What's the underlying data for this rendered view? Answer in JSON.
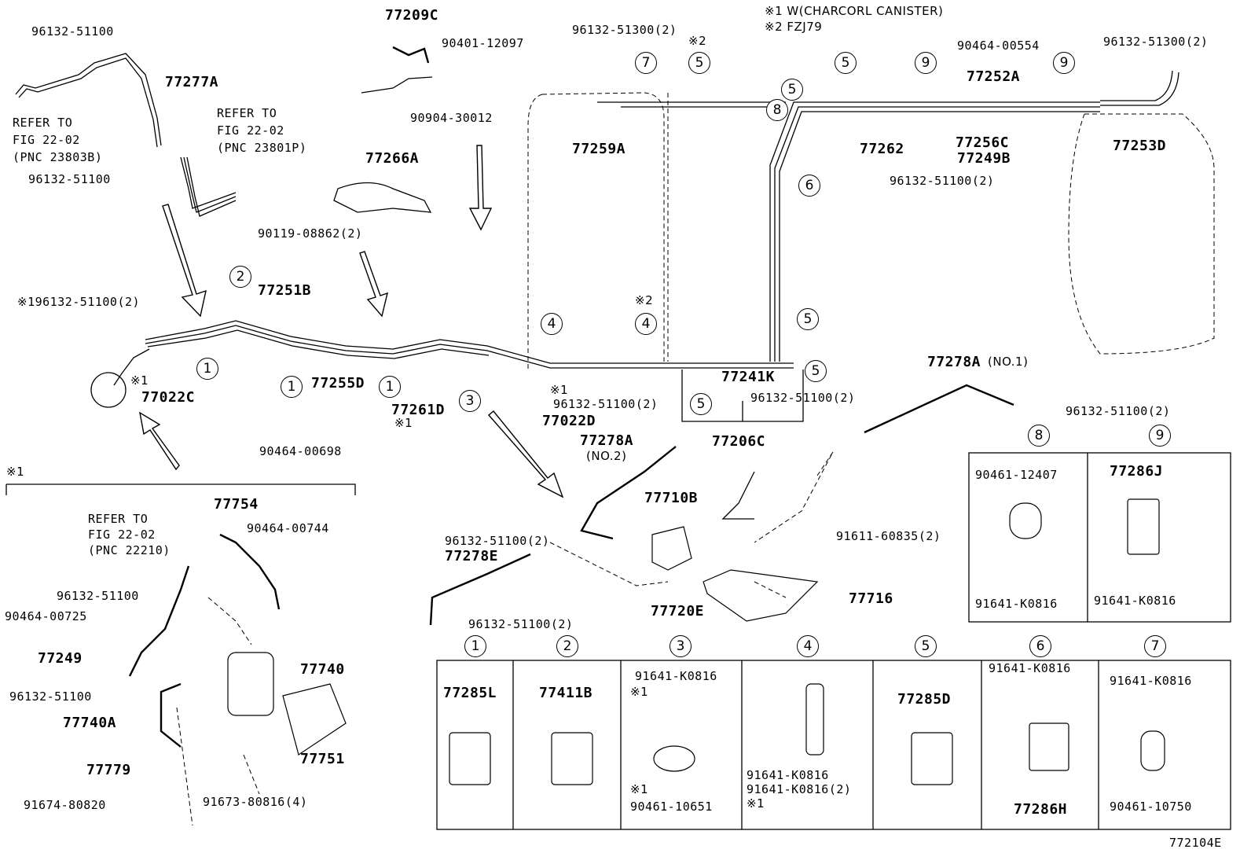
{
  "notes": {
    "n1": "※1 W(CHARCORL CANISTER)",
    "n2": "※2 FZJ79"
  },
  "figure_code": "772104E",
  "labels": {
    "p96132_51100_a": "96132-51100",
    "p77277A": "77277A",
    "ref1a": "REFER TO",
    "ref1b": "FIG 22-02",
    "ref1c": "(PNC 23803B)",
    "ref2a": "REFER TO",
    "ref2b": "FIG 22-02",
    "ref2c": "(PNC 23801P)",
    "p96132_51100_b": "96132-51100",
    "p77209C": "77209C",
    "p90401": "90401-12097",
    "p90904": "90904-30012",
    "p96132_51300_a": "96132-51300(2)",
    "star2_a": "※2",
    "p77259A": "77259A",
    "p77266A": "77266A",
    "p90119": "90119-08862(2)",
    "p90464_554": "90464-00554",
    "p96132_51300_b": "96132-51300(2)",
    "p77252A": "77252A",
    "p77262": "77262",
    "p77256C": "77256C",
    "p77249B": "77249B",
    "p77253D": "77253D",
    "p96132_51100_2a": "96132-51100(2)",
    "p96132_51100_2b": "※196132-51100(2)",
    "p77251B": "77251B",
    "star2_b": "※2",
    "star1_a": "※1",
    "p77022C": "77022C",
    "p77255D": "77255D",
    "p77261D": "77261D",
    "star1_b": "※1",
    "star1_c": "※1",
    "p96132_51100_2c": "96132-51100(2)",
    "p77022D": "77022D",
    "p77241K": "77241K",
    "p96132_51100_2d": "96132-51100(2)",
    "p77206C": "77206C",
    "p77278A_1": "77278A",
    "p77278A_1n": "(NO.1)",
    "p96132_51100_2e": "96132-51100(2)",
    "p90464_698": "90464-00698",
    "star1_sec": "※1",
    "p77754": "77754",
    "ref3a": "REFER TO",
    "ref3b": "FIG 22-02",
    "ref3c": "(PNC 22210)",
    "p90464_744": "90464-00744",
    "p96132_51100_c": "96132-51100",
    "p90464_725": "90464-00725",
    "p77249": "77249",
    "p77740": "77740",
    "p96132_51100_d": "96132-51100",
    "p77740A": "77740A",
    "p77751": "77751",
    "p77779": "77779",
    "p91673": "91673-80816(4)",
    "p91674": "91674-80820",
    "p77278A_2": "77278A",
    "p77278A_2n": "(NO.2)",
    "p77710B": "77710B",
    "p91611": "91611-60835(2)",
    "p96132_51100_2f": "96132-51100(2)",
    "p77278E": "77278E",
    "p77716": "77716",
    "p77720E": "77720E",
    "p96132_51100_2g": "96132-51100(2)"
  },
  "callouts": [
    "1",
    "2",
    "3",
    "4",
    "5",
    "6",
    "7",
    "8",
    "9"
  ],
  "table": [
    {
      "num": "1",
      "parts": [
        "77285L"
      ]
    },
    {
      "num": "2",
      "parts": [
        "77411B"
      ]
    },
    {
      "num": "3",
      "parts": [
        "91641-K0816",
        "※1",
        "※1",
        "90461-10651"
      ]
    },
    {
      "num": "4",
      "parts": [
        "91641-K0816",
        "91641-K0816(2)",
        "※1"
      ]
    },
    {
      "num": "5",
      "parts": [
        "77285D"
      ]
    },
    {
      "num": "6",
      "parts": [
        "91641-K0816",
        "77286H"
      ]
    },
    {
      "num": "7",
      "parts": [
        "91641-K0816",
        "90461-10750"
      ]
    }
  ],
  "side_table": [
    {
      "num": "8",
      "parts": [
        "90461-12407",
        "91641-K0816"
      ]
    },
    {
      "num": "9",
      "parts": [
        "77286J",
        "91641-K0816"
      ]
    }
  ]
}
